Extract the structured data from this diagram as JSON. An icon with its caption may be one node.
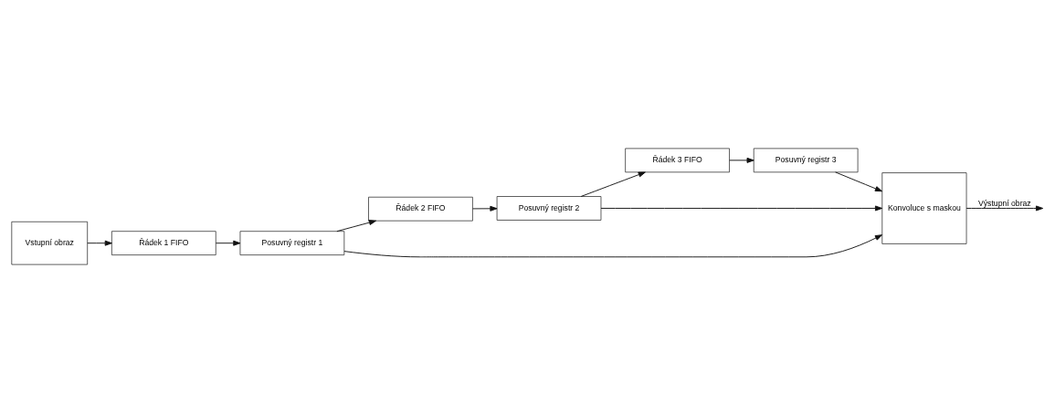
{
  "diagram": {
    "nodes": [
      {
        "text": [
          "Vstupní obraz"
        ]
      },
      {
        "text": [
          "Řádek 1 FIFO"
        ]
      },
      {
        "text": [
          "Posuvný registr 1"
        ]
      },
      {
        "text": [
          "Řádek 2 FIFO"
        ]
      },
      {
        "text": [
          "Posuvný registr 2"
        ]
      },
      {
        "text": [
          "Řádek 3 FIFO"
        ]
      },
      {
        "text": [
          "Posuvný registr 3"
        ]
      },
      {
        "text": [
          "Konvoluce s maskou"
        ]
      }
    ],
    "edges": [
      {
        "from": 0,
        "to": 1,
        "arrow": "to"
      },
      {
        "from": 1,
        "to": 2,
        "arrow": "to"
      },
      {
        "from": 2,
        "to": 7,
        "arrow": "to"
      },
      {
        "from": 2,
        "to": 3,
        "arrow": "to"
      },
      {
        "from": 3,
        "to": 4,
        "arrow": "to"
      },
      {
        "from": 4,
        "to": 7,
        "arrow": "to"
      },
      {
        "from": 4,
        "to": 5,
        "arrow": "to"
      },
      {
        "from": 5,
        "to": 6,
        "arrow": "to"
      },
      {
        "from": 6,
        "to": 7,
        "arrow": "to"
      },
      {
        "from": 7,
        "to": null,
        "arrow": "to",
        "label": "Výstupní obraz"
      }
    ]
  }
}
